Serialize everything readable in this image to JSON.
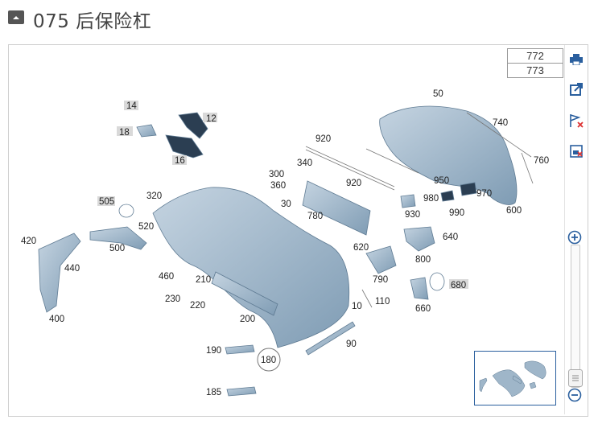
{
  "header": {
    "title": "075 后保险杠",
    "collapse_icon": "minus-square-icon"
  },
  "reference_boxes": [
    "772",
    "773"
  ],
  "toolbar": {
    "print_icon": "printer-icon",
    "export_icon": "external-link-icon",
    "flag_icon": "flag-remove-icon",
    "clear_icon": "clear-selection-icon"
  },
  "callouts": {
    "c14": "14",
    "c12": "12",
    "c18": "18",
    "c16": "16",
    "c920a": "920",
    "c920b": "920",
    "c950": "950",
    "c50": "50",
    "c740": "740",
    "c760": "760",
    "c970": "970",
    "c980": "980",
    "c990": "990",
    "c930": "930",
    "c600": "600",
    "c340": "340",
    "c300": "300",
    "c360": "360",
    "c30": "30",
    "c780": "780",
    "c505": "505",
    "c320": "320",
    "c520": "520",
    "c500": "500",
    "c420": "420",
    "c440": "440",
    "c400": "400",
    "c460": "460",
    "c210": "210",
    "c230": "230",
    "c220": "220",
    "c200": "200",
    "c620": "620",
    "c640": "640",
    "c800": "800",
    "c790": "790",
    "c680": "680",
    "c660": "660",
    "c110": "110",
    "c10": "10",
    "c90": "90",
    "c190": "190",
    "c180": "180",
    "c185": "185"
  },
  "colors": {
    "part_fill": "#9fb6c9",
    "part_stroke": "#5f7b93",
    "highlight_label_bg": "#d9d9d9",
    "accent": "#2a5f9e"
  }
}
